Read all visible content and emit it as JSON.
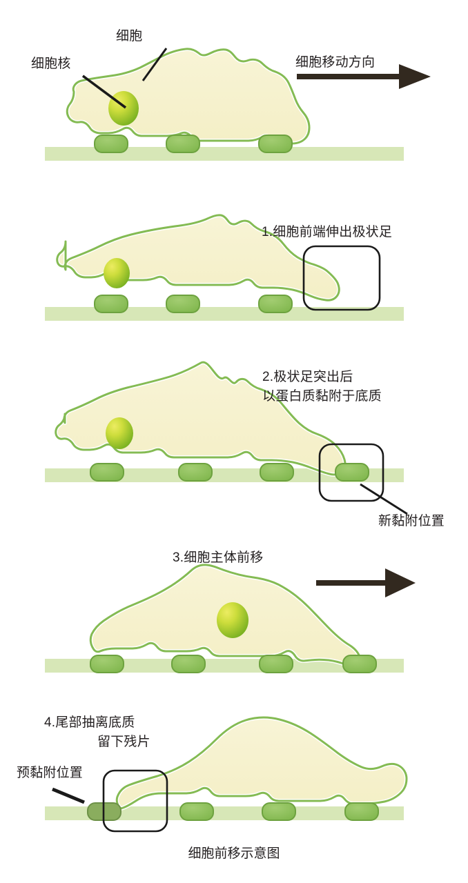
{
  "figure": {
    "caption": "细胞前移示意图",
    "colors": {
      "cytoplasm": "#f6f2cd",
      "membrane": "#84bb53",
      "membrane_highlight": "#ffffff",
      "nucleus_light": "#e6e64b",
      "nucleus_dark": "#83bb22",
      "adhesion_pad": "#8cc05a",
      "adhesion_pad_outline": "#6da23f",
      "detached_pad": "#8aad5e",
      "substrate": "#d7e7b7",
      "arrow": "#32291f",
      "outline_box": "#1a1a1a",
      "text": "#231f20",
      "background": "#ffffff"
    },
    "panels": [
      {
        "id": "panel-1",
        "step": "",
        "labels": [
          {
            "name": "cell-label",
            "text": "细胞"
          },
          {
            "name": "nucleus-label",
            "text": "细胞核"
          },
          {
            "name": "migration-direction-label",
            "text": "细胞移动方向"
          }
        ],
        "has_arrow": true,
        "has_callout_box": false,
        "adhesion_pad_count": 3
      },
      {
        "id": "panel-2",
        "step": "1.细胞前端伸出极状足",
        "labels": [],
        "has_arrow": false,
        "has_callout_box": true,
        "adhesion_pad_count": 3
      },
      {
        "id": "panel-3",
        "step_line1": "2.极状足突出后",
        "step_line2": "以蛋白质黏附于底质",
        "labels": [
          {
            "name": "new-adhesion-label",
            "text": "新黏附位置"
          }
        ],
        "has_arrow": false,
        "has_callout_box": true,
        "adhesion_pad_count": 4
      },
      {
        "id": "panel-4",
        "step": "3.细胞主体前移",
        "labels": [],
        "has_arrow": true,
        "has_callout_box": false,
        "adhesion_pad_count": 4
      },
      {
        "id": "panel-5",
        "step_line1": "4.尾部抽离底质",
        "step_line2": "留下残片",
        "labels": [
          {
            "name": "pre-adhesion-label",
            "text": "预黏附位置"
          }
        ],
        "has_arrow": false,
        "has_callout_box": true,
        "adhesion_pad_count": 3,
        "detached_fragment": true
      }
    ]
  }
}
